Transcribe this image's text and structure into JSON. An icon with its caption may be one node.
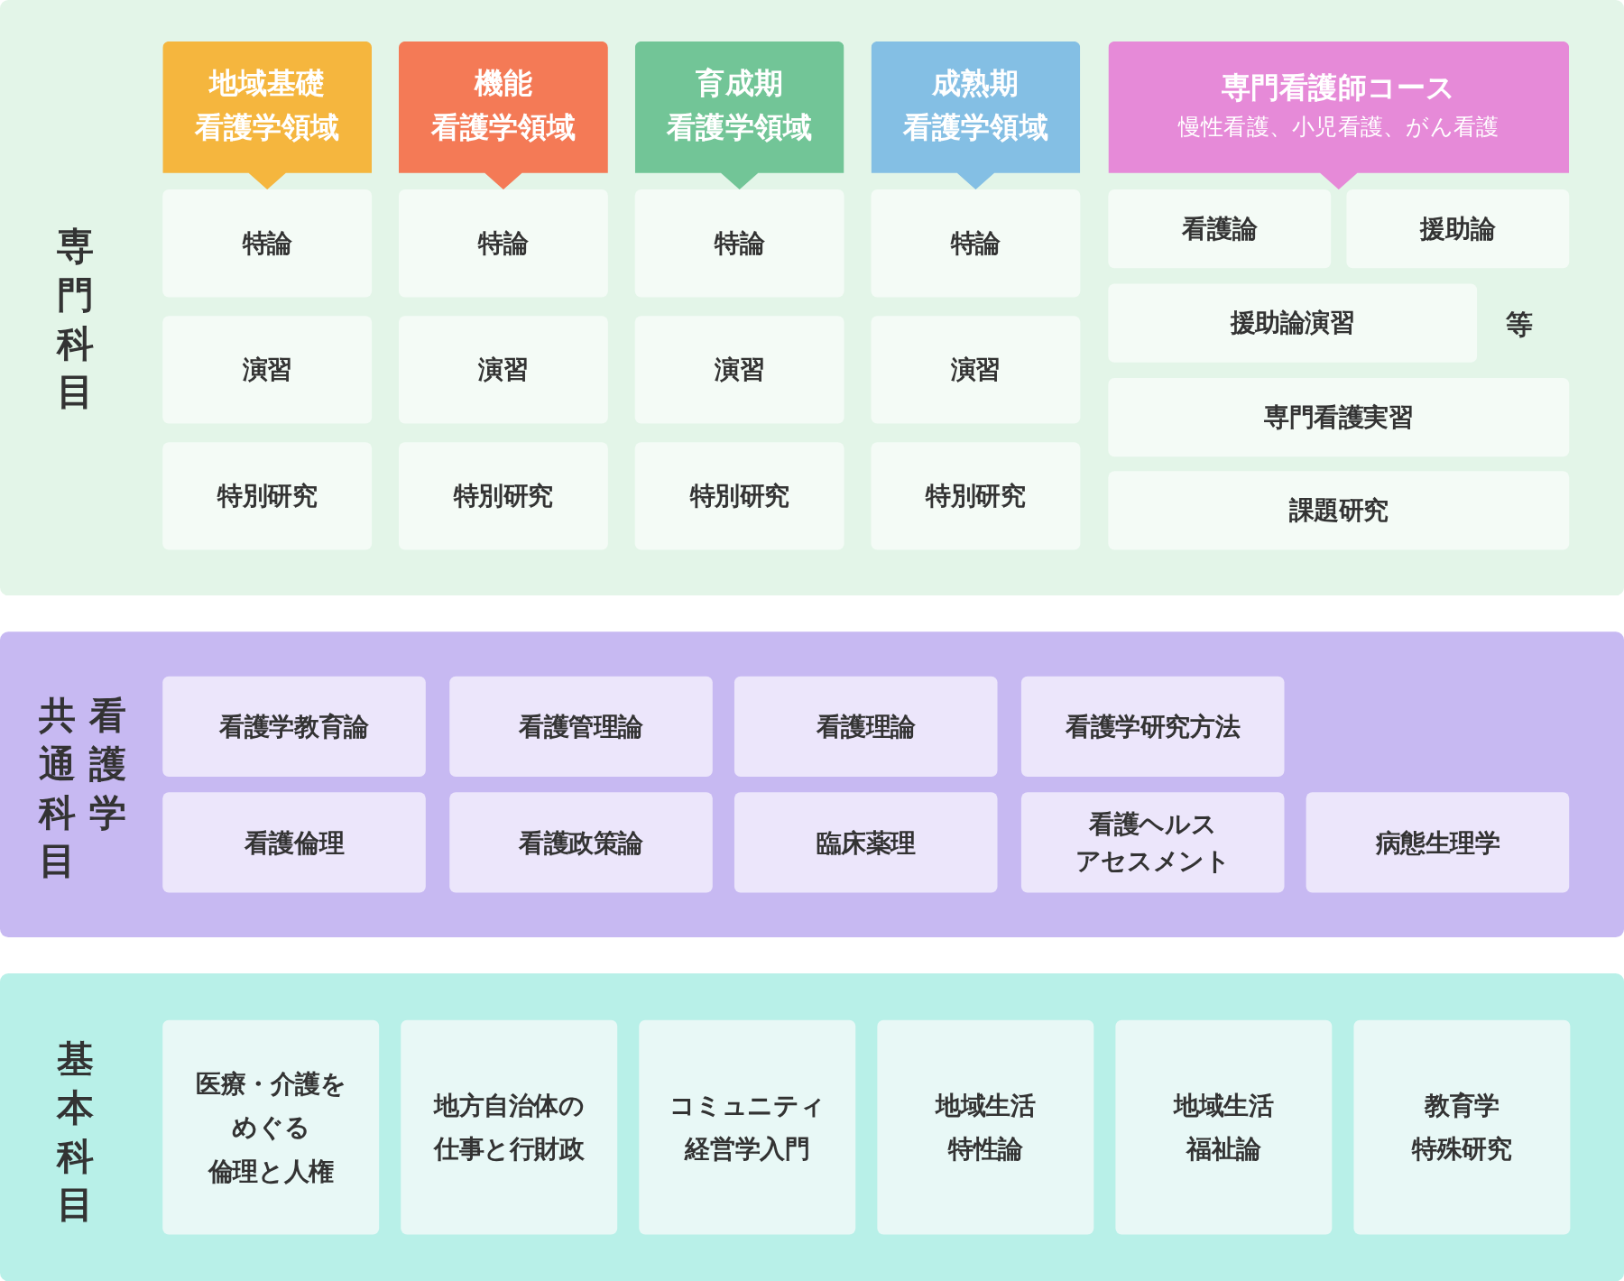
{
  "diagram": {
    "nodes": [
      {
        "text": [
          "専門科目"
        ]
      },
      {
        "text": [
          "地域基礎看護学領域"
        ],
        "in": 0
      },
      {
        "text": [
          "特論"
        ],
        "in": 0
      },
      {
        "text": [
          "演習"
        ],
        "in": 0
      },
      {
        "text": [
          "特別研究"
        ],
        "in": 0
      },
      {
        "text": [
          "機能看護学領域"
        ],
        "in": 0
      },
      {
        "text": [
          "特論"
        ],
        "in": 0
      },
      {
        "text": [
          "演習"
        ],
        "in": 0
      },
      {
        "text": [
          "特別研究"
        ],
        "in": 0
      },
      {
        "text": [
          "育成期看護学領域"
        ],
        "in": 0
      },
      {
        "text": [
          "特論"
        ],
        "in": 0
      },
      {
        "text": [
          "演習"
        ],
        "in": 0
      },
      {
        "text": [
          "特別研究"
        ],
        "in": 0
      },
      {
        "text": [
          "成熟期看護学領域"
        ],
        "in": 0
      },
      {
        "text": [
          "特論"
        ],
        "in": 0
      },
      {
        "text": [
          "演習"
        ],
        "in": 0
      },
      {
        "text": [
          "特別研究"
        ],
        "in": 0
      },
      {
        "text": [
          "専門看護師コース",
          "慢性看護、小児看護、がん看護"
        ],
        "in": 0
      },
      {
        "text": [
          "看護論"
        ],
        "in": 0
      },
      {
        "text": [
          "援助論"
        ],
        "in": 0
      },
      {
        "text": [
          "援助論演習"
        ],
        "in": 0
      },
      {
        "text": [
          "専門看護実習"
        ],
        "in": 0
      },
      {
        "text": [
          "課題研究"
        ],
        "in": 0
      },
      {
        "text": [
          "看護学共通科目"
        ]
      },
      {
        "text": [
          "看護学教育論"
        ],
        "in": 23
      },
      {
        "text": [
          "看護管理論"
        ],
        "in": 23
      },
      {
        "text": [
          "看護理論"
        ],
        "in": 23
      },
      {
        "text": [
          "看護学研究方法"
        ],
        "in": 23
      },
      {
        "text": [
          "看護倫理"
        ],
        "in": 23
      },
      {
        "text": [
          "看護政策論"
        ],
        "in": 23
      },
      {
        "text": [
          "臨床薬理"
        ],
        "in": 23
      },
      {
        "text": [
          "看護ヘルスアセスメント"
        ],
        "in": 23
      },
      {
        "text": [
          "病態生理学"
        ],
        "in": 23
      },
      {
        "text": [
          "基本科目"
        ]
      },
      {
        "text": [
          "医療・介護をめぐる倫理と人権"
        ],
        "in": 33
      },
      {
        "text": [
          "地方自治体の仕事と行財政"
        ],
        "in": 33
      },
      {
        "text": [
          "コミュニティ経営学入門"
        ],
        "in": 33
      },
      {
        "text": [
          "地域生活特性論"
        ],
        "in": 33
      },
      {
        "text": [
          "地域生活福祉論"
        ],
        "in": 33
      },
      {
        "text": [
          "教育学特殊研究"
        ],
        "in": 33
      }
    ],
    "labels": [
      "等"
    ]
  }
}
